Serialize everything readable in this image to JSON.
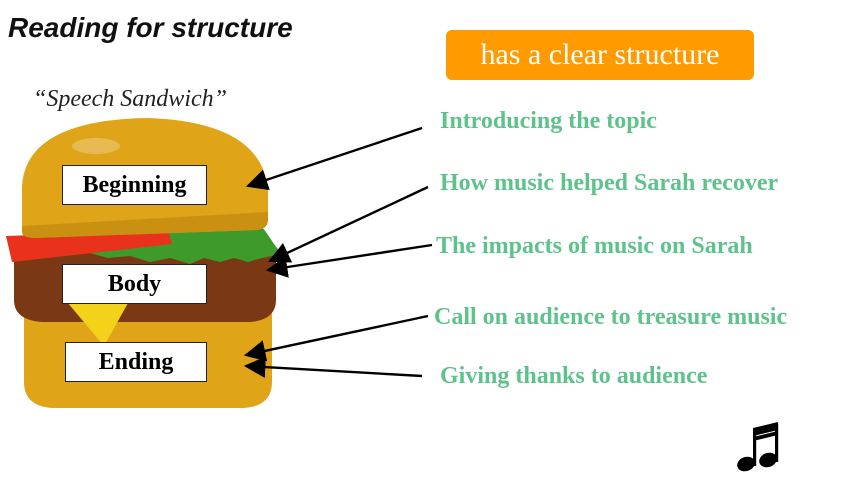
{
  "page": {
    "title": "Reading for structure",
    "subtitle": "“Speech Sandwich”",
    "badge": "has a clear structure"
  },
  "sections": [
    {
      "label": "Beginning"
    },
    {
      "label": "Body"
    },
    {
      "label": "Ending"
    }
  ],
  "points": [
    {
      "text": "Introducing the topic"
    },
    {
      "text": "How music helped Sarah recover"
    },
    {
      "text": "The impacts of music on Sarah"
    },
    {
      "text": "Call on audience to treasure music"
    },
    {
      "text": "Giving thanks to audience"
    }
  ],
  "icons": {
    "burger": "burger-icon",
    "music_note": "music-note-icon"
  },
  "colors": {
    "accent_orange": "#ff9a00",
    "point_text": "#5ec28b",
    "bun": "#e0a418",
    "bun_dark": "#b8800e",
    "lettuce": "#3e9b2b",
    "tomato": "#e8321c",
    "patty": "#7a3814",
    "cheese": "#f3d21a"
  }
}
